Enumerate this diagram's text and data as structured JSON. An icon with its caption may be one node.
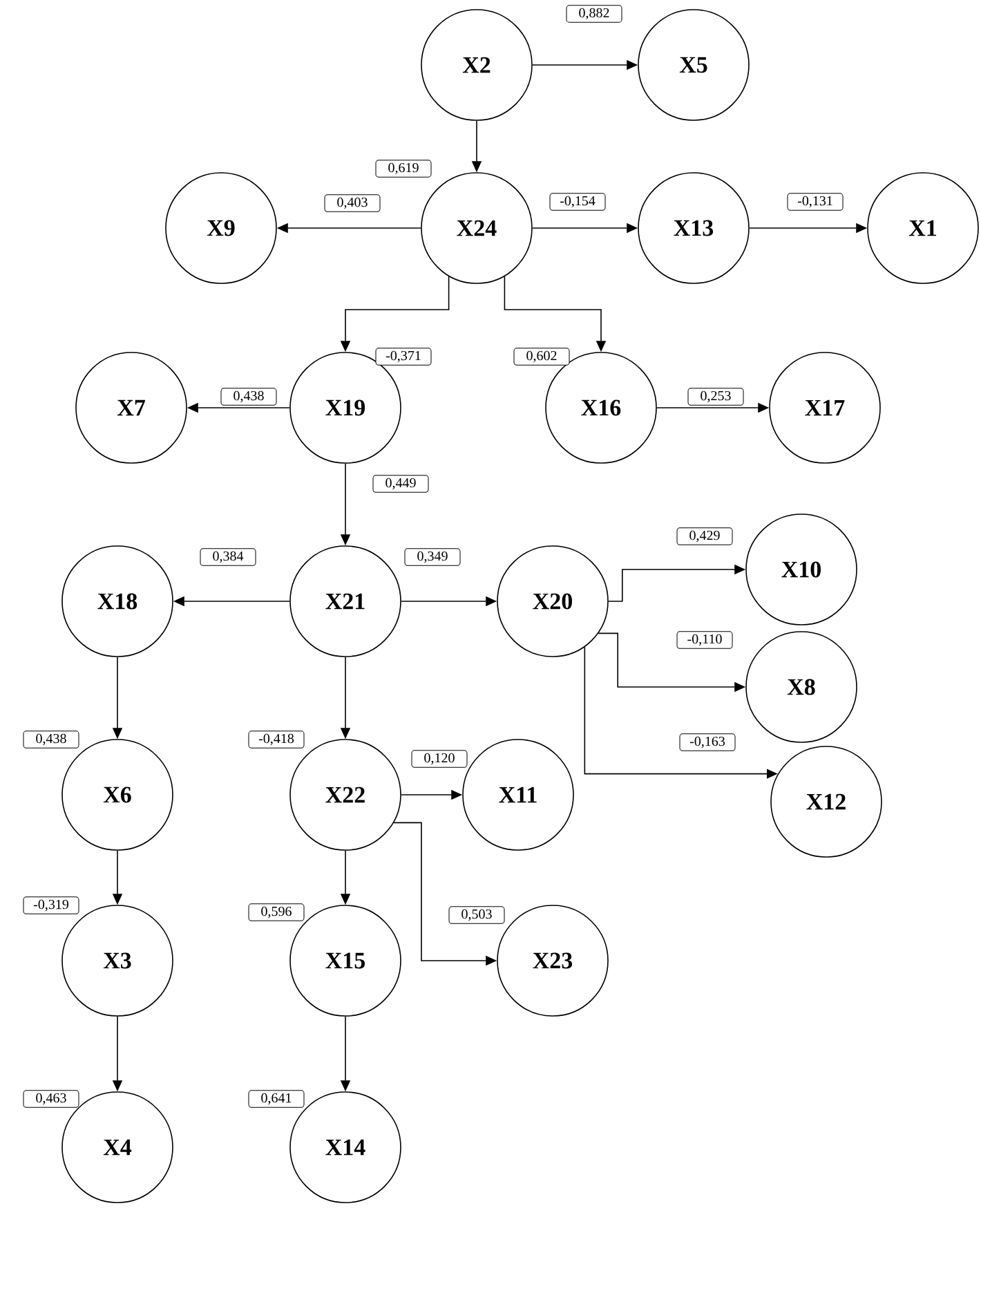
{
  "diagram": {
    "nodes": [
      {
        "text": [
          "X2"
        ]
      },
      {
        "text": [
          "X5"
        ]
      },
      {
        "text": [
          "X24"
        ]
      },
      {
        "text": [
          "X9"
        ]
      },
      {
        "text": [
          "X13"
        ]
      },
      {
        "text": [
          "X1"
        ]
      },
      {
        "text": [
          "X19"
        ]
      },
      {
        "text": [
          "X7"
        ]
      },
      {
        "text": [
          "X16"
        ]
      },
      {
        "text": [
          "X17"
        ]
      },
      {
        "text": [
          "X21"
        ]
      },
      {
        "text": [
          "X18"
        ]
      },
      {
        "text": [
          "X20"
        ]
      },
      {
        "text": [
          "X10"
        ]
      },
      {
        "text": [
          "X8"
        ]
      },
      {
        "text": [
          "X12"
        ]
      },
      {
        "text": [
          "X6"
        ]
      },
      {
        "text": [
          "X22"
        ]
      },
      {
        "text": [
          "X11"
        ]
      },
      {
        "text": [
          "X23"
        ]
      },
      {
        "text": [
          "X3"
        ]
      },
      {
        "text": [
          "X15"
        ]
      },
      {
        "text": [
          "X4"
        ]
      },
      {
        "text": [
          "X14"
        ]
      }
    ],
    "edges": [
      {
        "from": 0,
        "to": 1,
        "arrow": "to",
        "label": "0,882"
      },
      {
        "from": 0,
        "to": 2,
        "arrow": "to",
        "label": "0,619"
      },
      {
        "from": 2,
        "to": 3,
        "arrow": "to",
        "label": "0,403"
      },
      {
        "from": 2,
        "to": 4,
        "arrow": "to",
        "label": "-0,154"
      },
      {
        "from": 4,
        "to": 5,
        "arrow": "to",
        "label": "-0,131"
      },
      {
        "from": 2,
        "to": 6,
        "arrow": "to",
        "label": "-0,371"
      },
      {
        "from": 2,
        "to": 8,
        "arrow": "to",
        "label": "0,602"
      },
      {
        "from": 6,
        "to": 7,
        "arrow": "to",
        "label": "0,438"
      },
      {
        "from": 8,
        "to": 9,
        "arrow": "to",
        "label": "0,253"
      },
      {
        "from": 6,
        "to": 10,
        "arrow": "to",
        "label": "0,449"
      },
      {
        "from": 10,
        "to": 11,
        "arrow": "to",
        "label": "0,384"
      },
      {
        "from": 10,
        "to": 12,
        "arrow": "to",
        "label": "0,349"
      },
      {
        "from": 12,
        "to": 13,
        "arrow": "to",
        "label": "0,429"
      },
      {
        "from": 12,
        "to": 14,
        "arrow": "to",
        "label": "-0,110"
      },
      {
        "from": 12,
        "to": 15,
        "arrow": "to",
        "label": "-0,163"
      },
      {
        "from": 11,
        "to": 16,
        "arrow": "to",
        "label": "0,438"
      },
      {
        "from": 10,
        "to": 17,
        "arrow": "to",
        "label": "-0,418"
      },
      {
        "from": 17,
        "to": 18,
        "arrow": "to",
        "label": "0,120"
      },
      {
        "from": 17,
        "to": 19,
        "arrow": "to",
        "label": "0,503"
      },
      {
        "from": 16,
        "to": 20,
        "arrow": "to",
        "label": "-0,319"
      },
      {
        "from": 17,
        "to": 21,
        "arrow": "to",
        "label": "0,596"
      },
      {
        "from": 20,
        "to": 22,
        "arrow": "to",
        "label": "0,463"
      },
      {
        "from": 21,
        "to": 23,
        "arrow": "to",
        "label": "0,641"
      }
    ]
  }
}
